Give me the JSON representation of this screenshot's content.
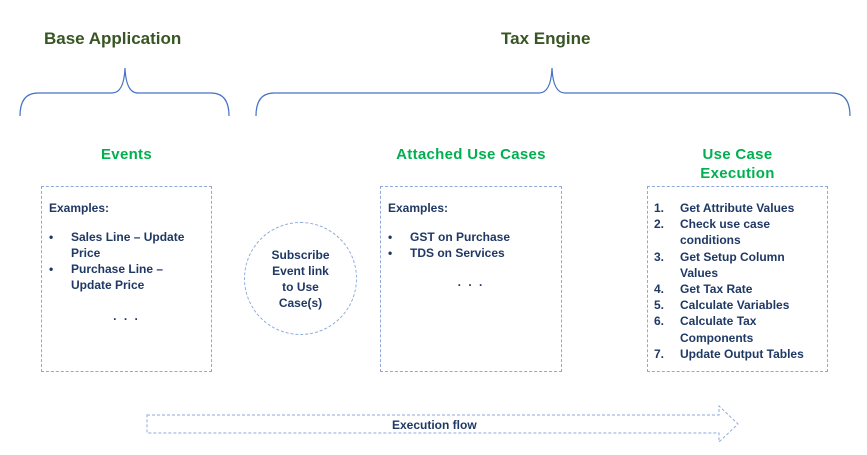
{
  "sections": {
    "base_application": "Base Application",
    "tax_engine": "Tax Engine"
  },
  "events": {
    "title": "Events",
    "examples_label": "Examples:",
    "items": [
      "Sales Line – Update Price",
      "Purchase Line – Update Price"
    ],
    "ellipsis": ". . ."
  },
  "subscribe": {
    "text": "Subscribe Event link to Use Case(s)"
  },
  "attached": {
    "title": "Attached Use Cases",
    "examples_label": "Examples:",
    "items": [
      "GST on Purchase",
      "TDS on Services"
    ],
    "ellipsis": ". . ."
  },
  "execution": {
    "title": "Use Case Execution",
    "steps": [
      {
        "num": "1.",
        "text": "Get Attribute Values"
      },
      {
        "num": "2.",
        "text": "Check use case conditions"
      },
      {
        "num": "3.",
        "text": "Get Setup Column Values"
      },
      {
        "num": "4.",
        "text": "Get Tax Rate"
      },
      {
        "num": "5.",
        "text": "Calculate Variables"
      },
      {
        "num": "6.",
        "text": "Calculate Tax Components"
      },
      {
        "num": "7.",
        "text": "Update Output Tables"
      }
    ]
  },
  "flow": {
    "label": "Execution flow"
  },
  "colors": {
    "section_title": "#375623",
    "column_title": "#00b050",
    "brace": "#4472c4",
    "dashed_border": "#8eaadb",
    "body_text": "#1f3864"
  }
}
